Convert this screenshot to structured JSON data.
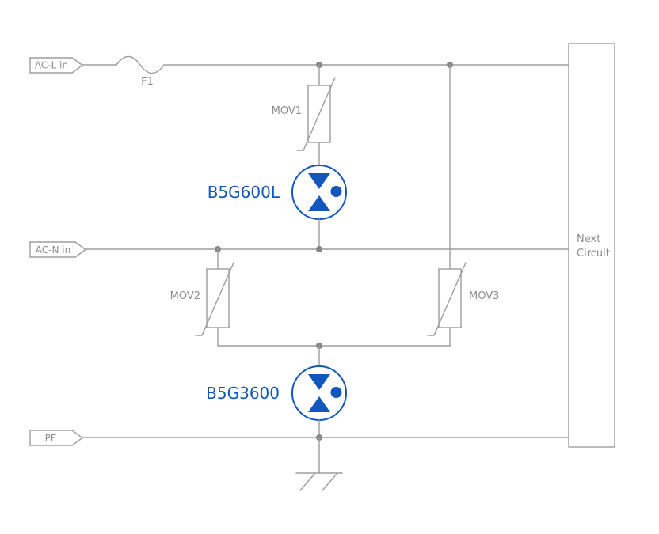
{
  "diagram": {
    "title_semantic": "surge-protection-circuit",
    "terminals": {
      "ac_l": "AC-L in",
      "ac_n": "AC-N in",
      "pe": "PE"
    },
    "fuse": {
      "label": "F1"
    },
    "varistors": {
      "mov1": "MOV1",
      "mov2": "MOV2",
      "mov3": "MOV3"
    },
    "gdt1": {
      "label": "B5G600L"
    },
    "gdt2": {
      "label": "B5G3600"
    },
    "next_circuit": {
      "line1": "Next",
      "line2": "Circuit"
    },
    "colors": {
      "line": "#9d9d9d",
      "junction": "#868686",
      "text": "#8c8c8c",
      "accent_blue": "#1157bd",
      "background": "#ffffff"
    }
  }
}
